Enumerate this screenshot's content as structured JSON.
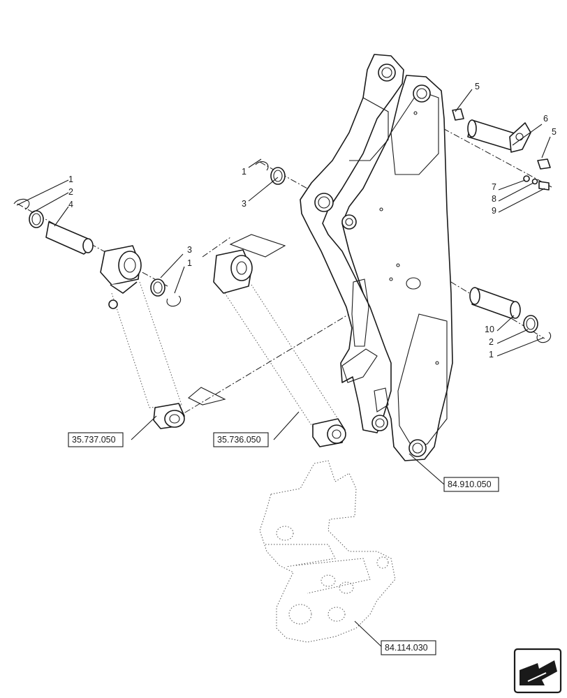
{
  "callouts": [
    {
      "id": "c1a",
      "label": "1"
    },
    {
      "id": "c2a",
      "label": "2"
    },
    {
      "id": "c4a",
      "label": "4"
    },
    {
      "id": "c3b",
      "label": "3"
    },
    {
      "id": "c1b",
      "label": "1"
    },
    {
      "id": "c1c",
      "label": "1"
    },
    {
      "id": "c3c",
      "label": "3"
    },
    {
      "id": "c5a",
      "label": "5"
    },
    {
      "id": "c6",
      "label": "6"
    },
    {
      "id": "c5b",
      "label": "5"
    },
    {
      "id": "c7",
      "label": "7"
    },
    {
      "id": "c8",
      "label": "8"
    },
    {
      "id": "c9",
      "label": "9"
    },
    {
      "id": "c10",
      "label": "10"
    },
    {
      "id": "c2d",
      "label": "2"
    },
    {
      "id": "c1d",
      "label": "1"
    }
  ],
  "references": [
    {
      "id": "r1",
      "label": "35.737.050"
    },
    {
      "id": "r2",
      "label": "35.736.050"
    },
    {
      "id": "r3",
      "label": "84.910.050"
    },
    {
      "id": "r4",
      "label": "84.114.030"
    }
  ],
  "icons": {
    "navigation": "back-arrow-icon"
  }
}
